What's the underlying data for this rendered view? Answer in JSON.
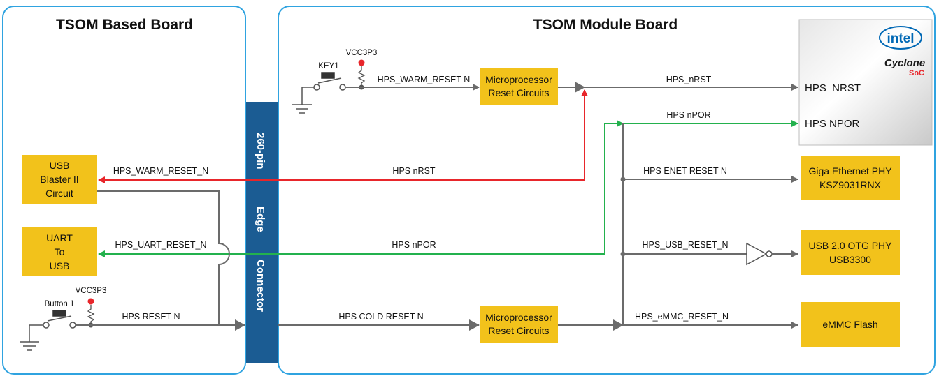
{
  "panels": {
    "left_title": "TSOM Based Board",
    "right_title": "TSOM Module Board"
  },
  "connector": {
    "line1": "260-pin",
    "line2": "Edge",
    "line3": "Connector"
  },
  "left_blocks": {
    "usb_blaster": [
      "USB",
      "Blaster II",
      "Circuit"
    ],
    "uart": [
      "UART",
      "To",
      "USB"
    ]
  },
  "right_blocks": {
    "reset_circuit_top": [
      "Microprocessor",
      "Reset Circuits"
    ],
    "reset_circuit_bottom": [
      "Microprocessor",
      "Reset Circuits"
    ],
    "ethernet": [
      "Giga Ethernet PHY",
      "KSZ9031RNX"
    ],
    "usb_otg": [
      "USB 2.0 OTG PHY",
      "USB3300"
    ],
    "emmc": "eMMC Flash"
  },
  "switches": {
    "key1": "KEY1",
    "button1": "Button 1",
    "vcc_top": "VCC3P3",
    "vcc_bottom": "VCC3P3"
  },
  "signals": {
    "hps_warm_reset_top": "HPS_WARM_RESET N",
    "hps_nrst_top": "HPS_nRST",
    "hps_npor_top": "HPS nPOR",
    "hps_warm_reset_left": "HPS_WARM_RESET_N",
    "hps_nrst_mid": "HPS nRST",
    "hps_enet_reset": "HPS ENET RESET N",
    "hps_uart_reset": "HPS_UART_RESET_N",
    "hps_npor_mid": "HPS nPOR",
    "hps_usb_reset": "HPS_USB_RESET_N",
    "hps_reset": "HPS RESET N",
    "hps_cold_reset": "HPS COLD RESET N",
    "hps_emmc_reset": "HPS_eMMC_RESET_N"
  },
  "chip": {
    "brand": "intel",
    "family": "Cyclone",
    "soc": "SoC",
    "pin_nrst": "HPS_NRST",
    "pin_npor": "HPS NPOR"
  },
  "colors": {
    "panel_border": "#2FA3E0",
    "block": "#F2C21B",
    "connector": "#1B5C93",
    "wire": "#6B6B6B",
    "red_wire": "#E8262B",
    "green_wire": "#23B14D"
  }
}
